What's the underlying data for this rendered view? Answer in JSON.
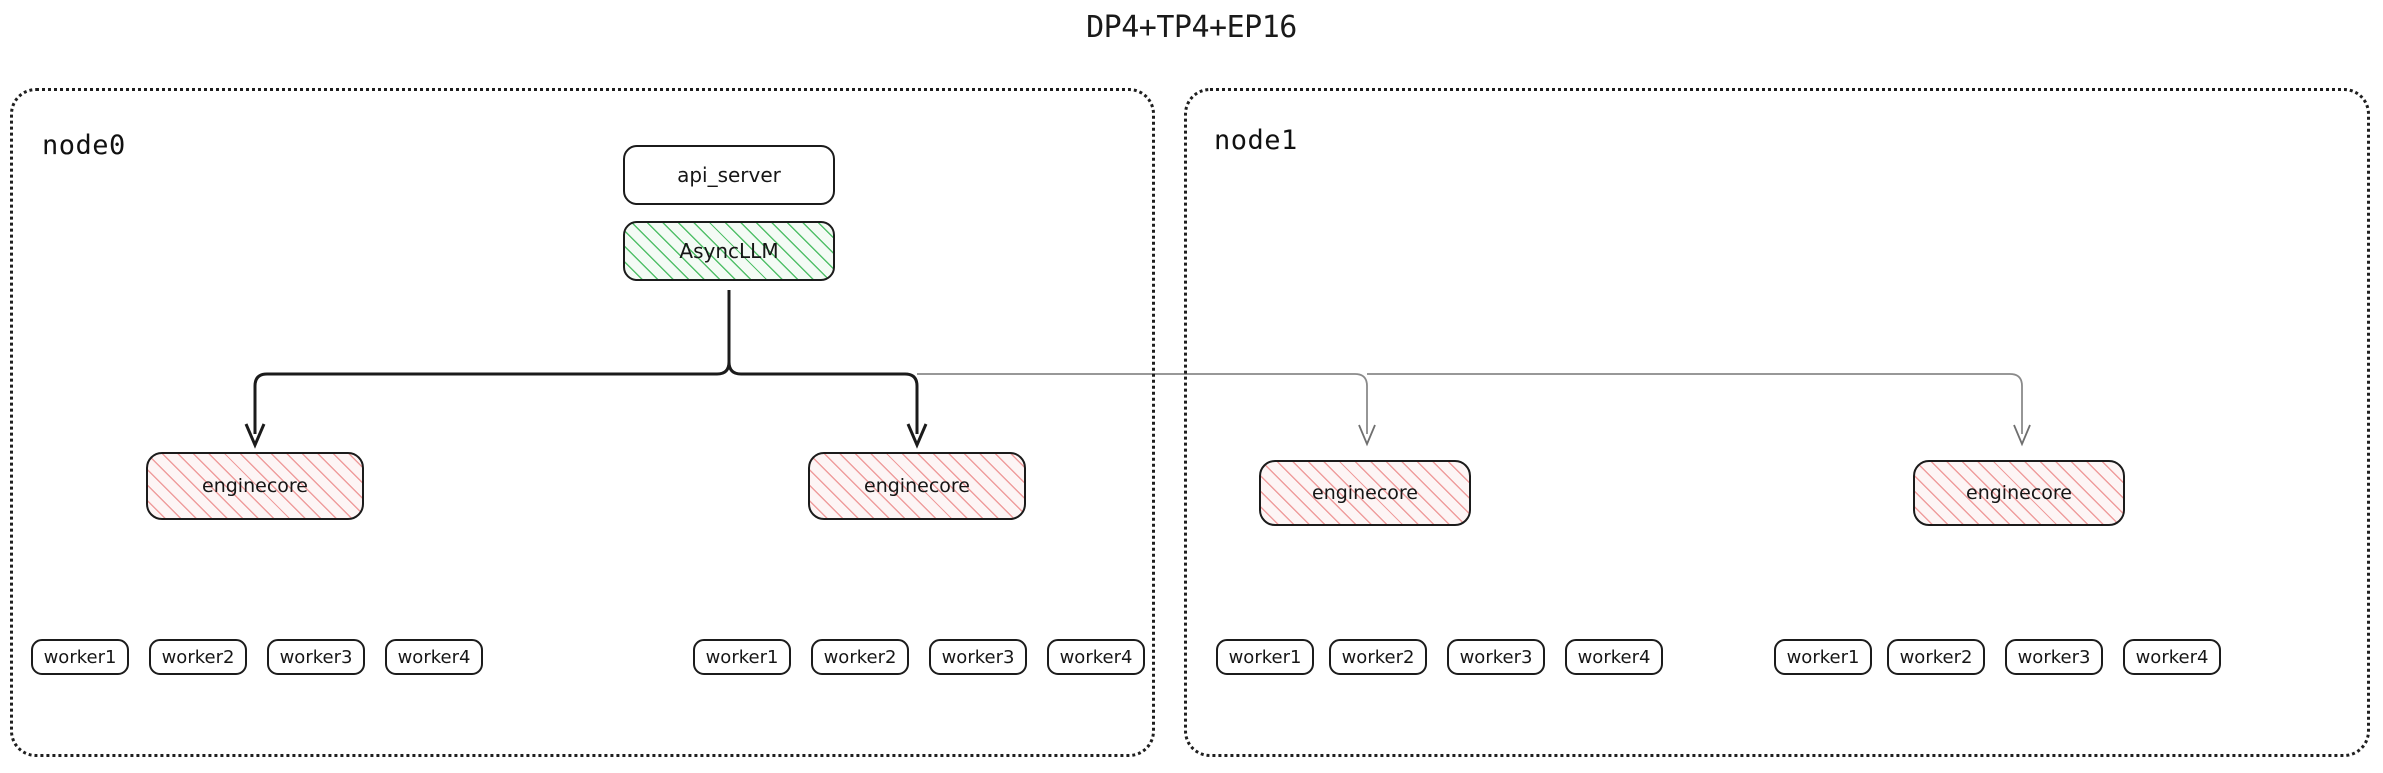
{
  "title": "DP4+TP4+EP16",
  "colors": {
    "stroke_dark": "#1b1b1b",
    "stroke_light": "#8a8a8a",
    "async_hatch": "#53c06a",
    "async_fill": "#f4fbf5",
    "engine_hatch": "#ef9d9d",
    "engine_fill": "#fdf5f5",
    "background": "#ffffff"
  },
  "nodes": [
    {
      "id": "node0",
      "label": "node0",
      "engines": [
        {
          "label": "enginecore",
          "workers": [
            {
              "label": "worker1"
            },
            {
              "label": "worker2"
            },
            {
              "label": "worker3"
            },
            {
              "label": "worker4"
            }
          ]
        },
        {
          "label": "enginecore",
          "workers": [
            {
              "label": "worker1"
            },
            {
              "label": "worker2"
            },
            {
              "label": "worker3"
            },
            {
              "label": "worker4"
            }
          ]
        }
      ]
    },
    {
      "id": "node1",
      "label": "node1",
      "engines": [
        {
          "label": "enginecore",
          "workers": [
            {
              "label": "worker1"
            },
            {
              "label": "worker2"
            },
            {
              "label": "worker3"
            },
            {
              "label": "worker4"
            }
          ]
        },
        {
          "label": "enginecore",
          "workers": [
            {
              "label": "worker1"
            },
            {
              "label": "worker2"
            },
            {
              "label": "worker3"
            },
            {
              "label": "worker4"
            }
          ]
        }
      ]
    }
  ],
  "frontend": {
    "api_server": "api_server",
    "async_llm": "AsyncLLM"
  },
  "chart_data": {
    "type": "diagram-tree",
    "title": "DP4+TP4+EP16",
    "root": "AsyncLLM",
    "groups": [
      "node0",
      "node1"
    ],
    "engines_per_node": 2,
    "workers_per_engine": 4,
    "total_engines": 4,
    "total_workers": 16
  }
}
